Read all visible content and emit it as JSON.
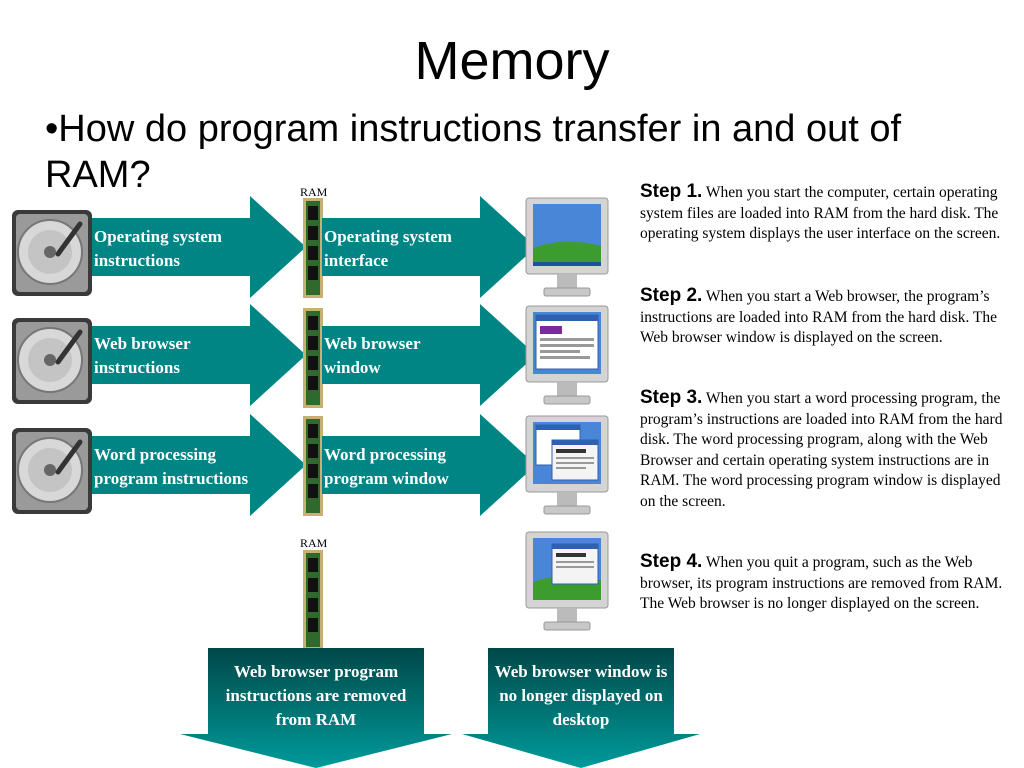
{
  "title": "Memory",
  "subtitle": "•How do program instructions transfer in and out of RAM?",
  "colors": {
    "teal": "#008585",
    "teal_dark": "#005a5a",
    "ram_green": "#2e6a2e"
  },
  "ram_label": "RAM",
  "rows": [
    {
      "left_label": "Operating system instructions",
      "right_label": "Operating system interface",
      "screen": "desktop"
    },
    {
      "left_label": "Web browser instructions",
      "right_label": "Web browser window",
      "screen": "browser"
    },
    {
      "left_label": "Word processing program instructions",
      "right_label": "Word processing program window",
      "screen": "wordproc"
    }
  ],
  "bottom": {
    "left_label": "Web browser program instructions are removed from RAM",
    "right_label": "Web browser window is no longer displayed on desktop"
  },
  "steps": [
    {
      "head": "Step 1.",
      "text": "When you start the computer, certain operating system files are loaded into RAM from the hard disk. The operating system displays the user interface on the screen."
    },
    {
      "head": "Step 2.",
      "text": "When you start a Web browser, the program’s instructions are loaded into RAM from the hard disk. The Web browser window is displayed on the screen."
    },
    {
      "head": "Step 3.",
      "text": "When you start a word processing program, the program’s instructions are loaded into RAM from the hard disk. The word processing program, along with the Web Browser and certain operating system instructions are in RAM. The word processing program window is displayed on the screen."
    },
    {
      "head": "Step 4.",
      "text": "When you quit a program, such as the Web browser, its program instructions are removed from RAM. The Web browser is no longer displayed on the screen."
    }
  ],
  "icons": {
    "hard_disk": "hard-disk-icon",
    "ram": "ram-module-icon",
    "monitor": "monitor-icon"
  }
}
